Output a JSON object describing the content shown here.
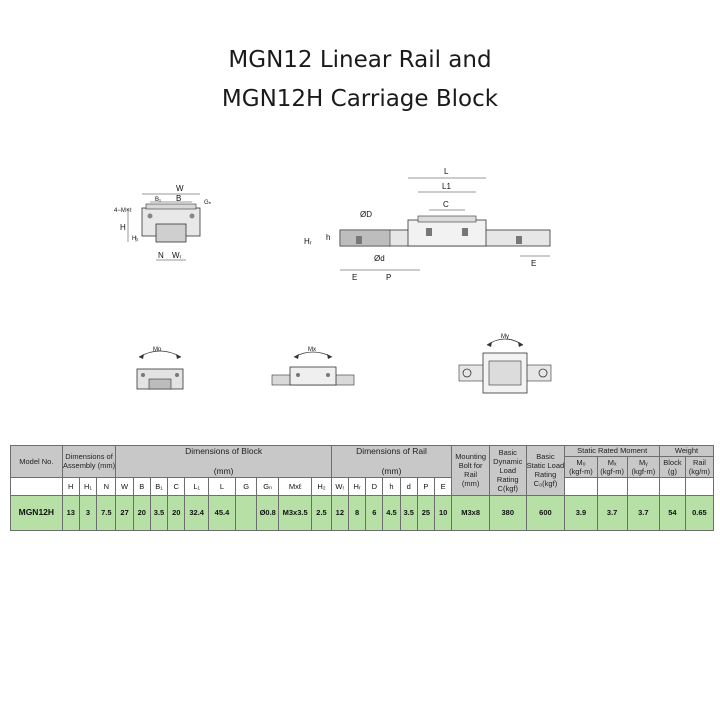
{
  "title": {
    "line1": "MGN12 Linear Rail and",
    "line2": "MGN12H Carriage Block"
  },
  "diagram_labels": {
    "front": {
      "w": "W",
      "b1": "B₁",
      "b": "B",
      "gn": "Gₙ",
      "m": "4−M×ℓ",
      "h": "H",
      "h1": "H₁",
      "n": "N",
      "wr": "Wᵣ"
    },
    "side": {
      "l": "L",
      "l1": "L1",
      "c": "C",
      "od": "ØD",
      "hr": "Hᵣ",
      "h": "h",
      "d": "Ød",
      "e": "E",
      "p": "P",
      "e2": "E"
    },
    "moments": {
      "mo": "Mo",
      "mx": "Mx",
      "my": "My"
    }
  },
  "table": {
    "headers": {
      "model": "Model No.",
      "assembly": "Dimensions of Assembly (mm)",
      "block": "Dimensions of Block",
      "block_unit": "(mm)",
      "rail": "Dimensions of Rail",
      "rail_unit": "(mm)",
      "bolt": "Mounting Bolt for Rail",
      "bolt_unit": "(mm)",
      "dynamic": "Basic Dynamic Load Rating",
      "dynamic_unit": "C(kgf)",
      "static": "Basic Static Load Rating",
      "static_unit": "C₀(kgf)",
      "moment": "Static Rated Moment",
      "weight": "Weight"
    },
    "sub_headers": {
      "assembly": [
        "H",
        "H₁",
        "N"
      ],
      "block": [
        "W",
        "B",
        "B₁",
        "C",
        "L₁",
        "L",
        "G",
        "Gₙ",
        "Mxℓ",
        "H₂"
      ],
      "rail": [
        "Wᵣ",
        "Hᵣ",
        "D",
        "h",
        "d",
        "P",
        "E"
      ],
      "moment": [
        {
          "sym": "Mₒ",
          "unit": "(kgf-m)"
        },
        {
          "sym": "Mₓ",
          "unit": "(kgf-m)"
        },
        {
          "sym": "Mᵧ",
          "unit": "(kgf-m)"
        }
      ],
      "weight": [
        {
          "sym": "Block",
          "unit": "(g)"
        },
        {
          "sym": "Rail",
          "unit": "(kg/m)"
        }
      ]
    },
    "row": {
      "model": "MGN12H",
      "assembly": [
        "13",
        "3",
        "7.5"
      ],
      "block": [
        "27",
        "20",
        "3.5",
        "20",
        "32.4",
        "45.4",
        "",
        "Ø0.8",
        "M3x3.5",
        "2.5"
      ],
      "rail": [
        "12",
        "8",
        "6",
        "4.5",
        "3.5",
        "25",
        "10"
      ],
      "bolt": "M3x8",
      "dynamic": "380",
      "static": "600",
      "moment": [
        "3.9",
        "3.7",
        "3.7"
      ],
      "weight": [
        "54",
        "0.65"
      ]
    }
  }
}
